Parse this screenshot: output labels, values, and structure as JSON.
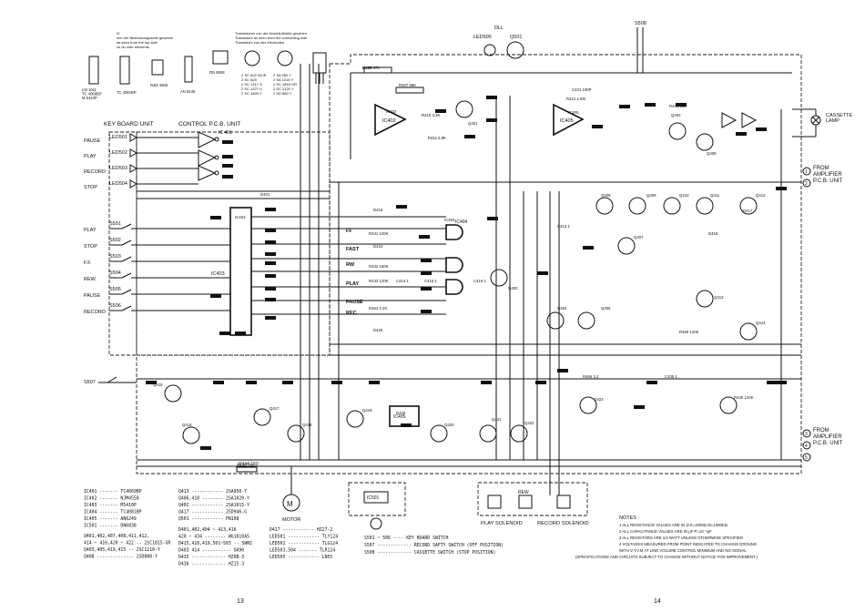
{
  "pinout": {
    "ic_caption": "IC\nvon der Bestückungsseite gesehen\nas seen from the top side\nvu du côté éléments",
    "tr_caption": "Transistoren von der Anschlußseite gesehen\nTransistors as seen from the connecting side\nTransistors vus des électrodes",
    "ic_labels": [
      "LM 1011\nTC 4069BP\nM 5410P",
      "TC 4081BP",
      "NJM 4558",
      "AN 6249",
      "DN 6838"
    ],
    "tr_list_1": [
      "2 SC 502 NC/E",
      "2 SC 828",
      "2 SC 1317 G",
      "2 SC 1327 U",
      "2 SC 1826 Y"
    ],
    "tr_list_2": [
      "2 SA 950 Y",
      "2 SA 1015 Y",
      "2 SC 1815 GR",
      "2 SC 2120 Y",
      "2 SD 880 Y"
    ]
  },
  "units": {
    "keyboard": "KEY BOARD UNIT",
    "control": "CONTROL P.C.B. UNIT"
  },
  "leds": [
    {
      "name": "LED501",
      "fn": "PAUSE"
    },
    {
      "name": "LED502",
      "fn": "PLAY"
    },
    {
      "name": "LED503",
      "fn": "RECORD"
    },
    {
      "name": "LED504",
      "fn": "STOP"
    }
  ],
  "switches": [
    {
      "name": "S501",
      "fn": "PLAY"
    },
    {
      "name": "S502",
      "fn": "STOP"
    },
    {
      "name": "S503",
      "fn": "F.F."
    },
    {
      "name": "S504",
      "fn": "REW."
    },
    {
      "name": "S505",
      "fn": "PAUSE"
    },
    {
      "name": "S506",
      "fn": "RECORD"
    }
  ],
  "top_labels": {
    "led505": "LED505",
    "q501": "Q501",
    "dll": "DLL",
    "s508": "S508"
  },
  "logic_labels": [
    "FF",
    "FAST",
    "RW",
    "PLAY",
    "PAUSE",
    "REC"
  ],
  "right_labels": {
    "cassette_lamp": "CASSETTE\nLAMP",
    "from_amp_1": "FROM\nAMPLIFIER\nP.C.B. UNIT",
    "from_amp_2": "FROM\nAMPLIFIER\nP.C.B. UNIT"
  },
  "bottom_labels": {
    "s507": "S507",
    "motor": "MOTOR",
    "ic501": "IC501",
    "play_sol": "PLAY SOLENOID",
    "rec_sol": "RECORD SOLENOID",
    "rew": "REW"
  },
  "parts": {
    "ic_col1": [
      "IC401 ------- TC4069BP",
      "IC402 ------- NJM4558",
      "IC403 ------- M5410P",
      "IC404 ------- TC4081BP",
      "IC405 ------- AN6249",
      "IC501 ------- DN6838"
    ],
    "ic_col1b": [
      "Q401,402,407,408,411,412,",
      "414 ~ 416,420 ~ 422 -- 2SC1815-GR",
      "Q403,405,419,415 -- 2SC1210-Y",
      "Q408 -------------- 2SD880-Y"
    ],
    "col2": [
      "Q413 ------------ 2SA950-Y",
      "Q406,410 -------- 2SA1020-Y",
      "Q402 ------------ 2SA1015-Y",
      "Q417 ------------ 2SD946-G",
      "Q501 ------------ PN108"
    ],
    "col2b": [
      "D401,402,404 ~ 413,416",
      "420 ~ 434 -------- WG1010A5",
      "D415,418,419,501~503 -- SWM2",
      "D403 414 ----------- OA90",
      "D435 ------------- HZ6B-3",
      "D436 ------------- HZ15-3"
    ],
    "col3": [
      "D417 ------------ HZ27-2",
      "LED501 ------------ TLY124",
      "LED502 ------------ TLG124",
      "LED503,504 ------- TLR124",
      "LED505 ------------ LN55"
    ],
    "col4": [
      "S501 ~ 506 ---- KEY BOARD SWITCH",
      "S507 ------------- RECORD SAFTY SWITCH (OFF POSITION)",
      "S508 ------------- CASSETTE SWITCH (STOP POSITION)"
    ]
  },
  "notes": {
    "title": "NOTES :",
    "lines": [
      "1 ALL RESISTANCE VALUES ARE IN Ω   K=1000Ω M=1000KΩ",
      "2 ALL CAPACITANCE VALUES ARE IN μF   P=10⁻⁶μF",
      "3 ALL RESISTORS ARE 1/4 WATT UNLESS OTHERWISE SPECIFIED",
      "4 VOLTAGES MEASURED FROM POINT INDICATED TO CHASSIS GROUND",
      "   WITH V.T.V.M AT LINE VOLUME CONTROL MINIMUM AND NO SIGNAL",
      "(SPECIFICATIONS AND CIRCUITS SUBJECT TO CHANGE WITHOUT NOTICE FOR IMPROVEMENT.)"
    ]
  },
  "page_numbers": {
    "left": "13",
    "right": "14"
  },
  "ref_labels": [
    "R406 47K",
    "R407 68K",
    "R410 3.3K",
    "R411 6.8K",
    "R421 1.5M",
    "C421 100P",
    "R425 33K",
    "Q402",
    "Q405",
    "IC402",
    "IC403",
    "IC404",
    "IC405",
    "Q401",
    "Q403",
    "Q404",
    "Q406",
    "Q407",
    "Q408",
    "Q409",
    "Q410",
    "Q411",
    "Q412",
    "Q413",
    "Q414",
    "Q415",
    "Q416",
    "Q417",
    "Q418",
    "Q419",
    "Q420",
    "Q421",
    "Q422",
    "Q423",
    "R430 120K",
    "R431 120K",
    "R432 150K",
    "R433 120K",
    "R464 2.2K",
    "R466 2.2",
    "C435 1",
    "C413 1",
    "C414 1",
    "C415 1",
    "C416 1",
    "R444 150",
    "R469 120K",
    "D401",
    "D417",
    "D418",
    "D419",
    "D424",
    "D425",
    "D426",
    "D427"
  ]
}
